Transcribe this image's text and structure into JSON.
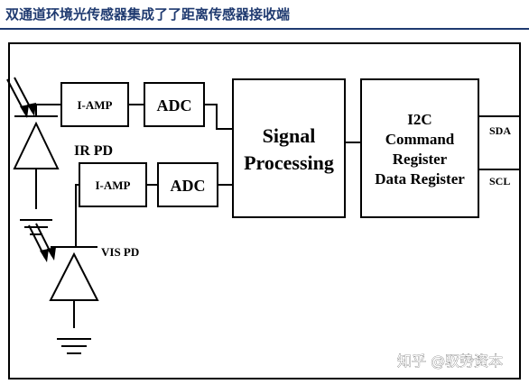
{
  "title": "双通道环境光传感器集成了了距离传感器接收端",
  "blocks": {
    "iamp_top": "I-AMP",
    "adc_top": "ADC",
    "iamp_bottom": "I-AMP",
    "adc_bottom": "ADC",
    "signal_line1": "Signal",
    "signal_line2": "Processing",
    "i2c_line1": "I2C",
    "i2c_line2": "Command",
    "i2c_line3": "Register",
    "i2c_line4": "Data Register"
  },
  "labels": {
    "ir_pd": "IR PD",
    "vis_pd": "VIS PD",
    "sda": "SDA",
    "scl": "SCL"
  },
  "watermark": "知乎 @驭势资本",
  "colors": {
    "title": "#1f3a70",
    "line": "#000000",
    "background": "#ffffff"
  }
}
